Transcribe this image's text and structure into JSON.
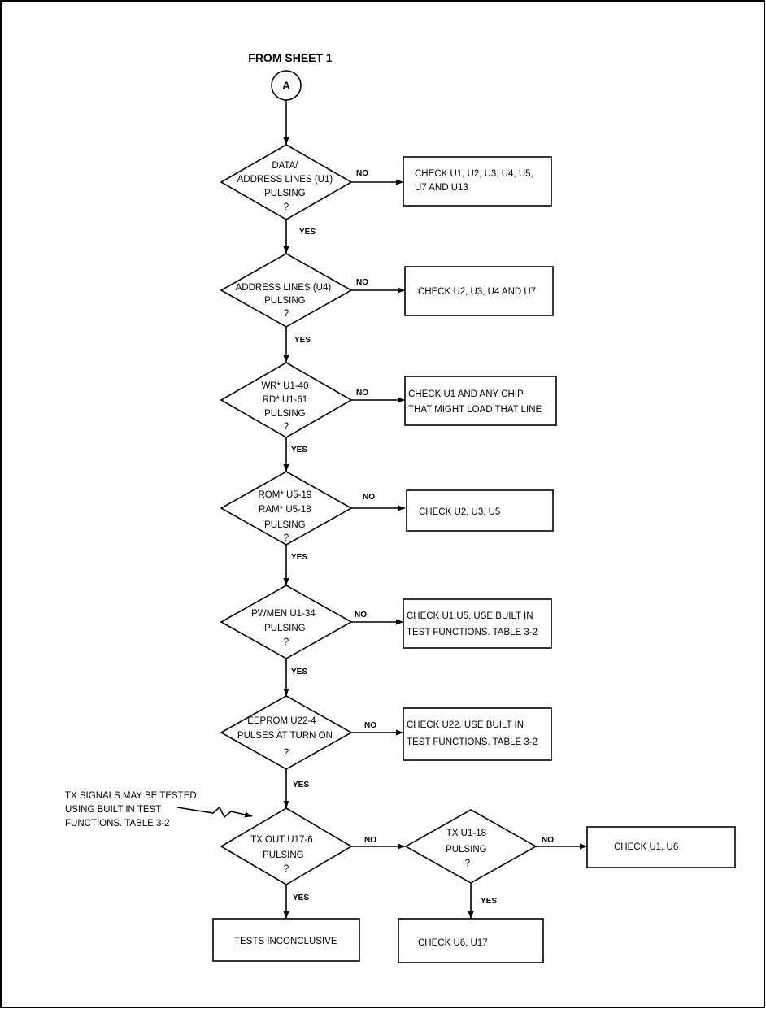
{
  "header": {
    "from_sheet": "FROM SHEET 1",
    "connector": "A"
  },
  "labels": {
    "yes": "YES",
    "no": "NO"
  },
  "decisions": [
    {
      "id": "d1",
      "lines": [
        "DATA/",
        "ADDRESS LINES (U1)",
        "PULSING",
        "?"
      ]
    },
    {
      "id": "d2",
      "lines": [
        "ADDRESS LINES (U4)",
        "PULSING",
        "?"
      ]
    },
    {
      "id": "d3",
      "lines": [
        "WR* U1-40",
        "RD* U1-61",
        "PULSING",
        "?"
      ]
    },
    {
      "id": "d4",
      "lines": [
        "ROM* U5-19",
        "RAM* U5-18",
        "PULSING",
        "?"
      ]
    },
    {
      "id": "d5",
      "lines": [
        "PWMEN U1-34",
        "PULSING",
        "?"
      ]
    },
    {
      "id": "d6",
      "lines": [
        "EEPROM U22-4",
        "PULSES AT TURN ON",
        "?"
      ]
    },
    {
      "id": "d7",
      "lines": [
        "TX OUT U17-6",
        "PULSING",
        "?"
      ]
    },
    {
      "id": "d8",
      "lines": [
        "TX U1-18",
        "PULSING",
        "?"
      ]
    }
  ],
  "actions": [
    {
      "id": "a1",
      "lines": [
        "CHECK U1, U2, U3, U4, U5,",
        "U7 AND U13"
      ]
    },
    {
      "id": "a2",
      "lines": [
        "CHECK U2, U3, U4 AND U7"
      ]
    },
    {
      "id": "a3",
      "lines": [
        "CHECK U1 AND ANY CHIP",
        "THAT MIGHT LOAD THAT LINE"
      ]
    },
    {
      "id": "a4",
      "lines": [
        "CHECK U2, U3, U5"
      ]
    },
    {
      "id": "a5",
      "lines": [
        "CHECK U1,U5. USE BUILT IN",
        "TEST FUNCTIONS. TABLE 3-2"
      ]
    },
    {
      "id": "a6",
      "lines": [
        "CHECK U22. USE BUILT IN",
        "TEST FUNCTIONS. TABLE 3-2"
      ]
    },
    {
      "id": "a7",
      "lines": [
        "CHECK U1, U6"
      ]
    },
    {
      "id": "a8",
      "lines": [
        "TESTS INCONCLUSIVE"
      ]
    },
    {
      "id": "a9",
      "lines": [
        "CHECK U6, U17"
      ]
    }
  ],
  "note": {
    "lines": [
      "TX SIGNALS MAY BE TESTED",
      "USING BUILT IN TEST",
      "FUNCTIONS. TABLE 3-2"
    ]
  }
}
